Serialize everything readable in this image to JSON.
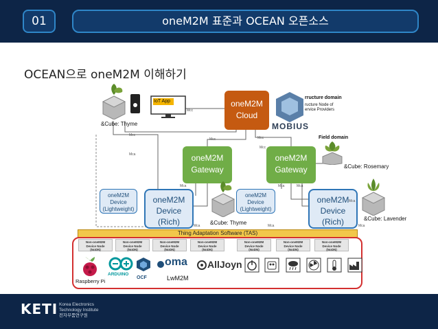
{
  "header": {
    "slide_number": "01",
    "title": "oneM2M 표준과 OCEAN 오픈소스"
  },
  "subtitle": "OCEAN으로 oneM2M 이해하기",
  "diagram": {
    "cloud_label": "oneM2M\nCloud",
    "gateway_label": "oneM2M\nGateway",
    "rich_device_label": "oneM2M\nDevice\n(Rich)",
    "light_device_label": "oneM2M\nDevice\n(Lightweight)",
    "iot_app_label": "IoT App",
    "mobius_label": "MOBIUS",
    "infra_domain": "rructure domain",
    "infra_node": "ructure Node of\nervice Providers",
    "field_domain": "Field domain",
    "cube_thyme_top": "&Cube: Thyme",
    "cube_thyme_mid": "&Cube: Thyme",
    "cube_rosemary": "&Cube: Rosemary",
    "cube_lavender": "&Cube: Lavender",
    "mcc": "Mcc",
    "mca": "Mca",
    "tas_label": "Thing Adaptation Software (TAS)",
    "node_label": "Non-oneM2M\nDevice Node\n(NoDN)",
    "lwm2m": "LwM2M",
    "raspberry": "Raspberry Pi",
    "arduino": "ARDUINO",
    "ocf": "OCF",
    "oma": "oma",
    "alljoyn": "AllJoyn"
  },
  "footer": {
    "logo": "KETI",
    "org_en": "Korea Electronics\nTechnology Institute",
    "org_kr": "전자부품연구원"
  },
  "colors": {
    "navy": "#0d2547",
    "accent_blue": "#2f86c8",
    "cloud_orange": "#c55a11",
    "gateway_green": "#70ad47",
    "device_blue": "#2e75b6",
    "tas_yellow": "#f2c74a",
    "frame_red": "#d32f2f"
  }
}
